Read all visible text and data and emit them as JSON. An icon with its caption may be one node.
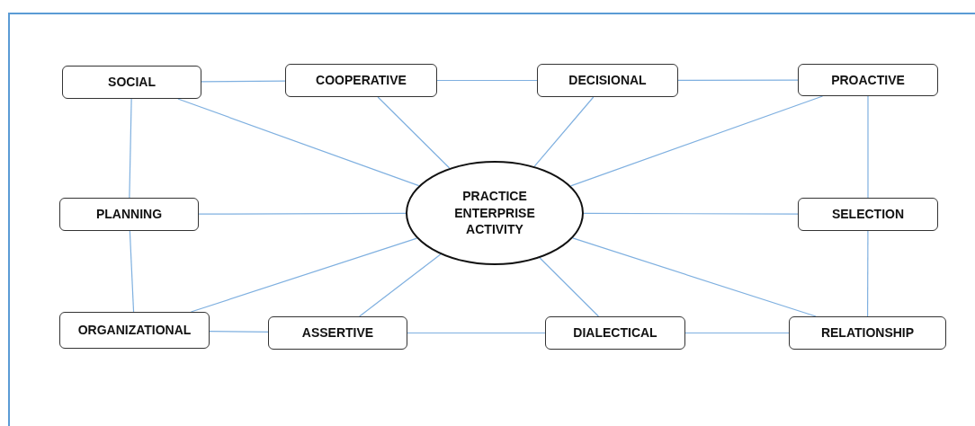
{
  "diagram": {
    "nodes": [
      {
        "text": [
          "SOCIAL"
        ]
      },
      {
        "text": [
          "COOPERATIVE"
        ]
      },
      {
        "text": [
          "DECISIONAL"
        ]
      },
      {
        "text": [
          "PROACTIVE"
        ]
      },
      {
        "text": [
          "PLANNING"
        ]
      },
      {
        "text": [
          "PRACTICE ENTERPRISE ACTIVITY"
        ]
      },
      {
        "text": [
          "SELECTION"
        ]
      },
      {
        "text": [
          "ORGANIZATIONAL"
        ]
      },
      {
        "text": [
          "ASSERTIVE"
        ]
      },
      {
        "text": [
          "DIALECTICAL"
        ]
      },
      {
        "text": [
          "RELATIONSHIP"
        ]
      }
    ],
    "edges": [
      {
        "from": 5,
        "to": 0,
        "arrow": "none"
      },
      {
        "from": 5,
        "to": 1,
        "arrow": "none"
      },
      {
        "from": 5,
        "to": 2,
        "arrow": "none"
      },
      {
        "from": 5,
        "to": 3,
        "arrow": "none"
      },
      {
        "from": 5,
        "to": 4,
        "arrow": "none"
      },
      {
        "from": 5,
        "to": 6,
        "arrow": "none"
      },
      {
        "from": 5,
        "to": 7,
        "arrow": "none"
      },
      {
        "from": 5,
        "to": 8,
        "arrow": "none"
      },
      {
        "from": 5,
        "to": 9,
        "arrow": "none"
      },
      {
        "from": 5,
        "to": 10,
        "arrow": "none"
      },
      {
        "from": 0,
        "to": 1,
        "arrow": "none"
      },
      {
        "from": 1,
        "to": 2,
        "arrow": "none"
      },
      {
        "from": 2,
        "to": 3,
        "arrow": "none"
      },
      {
        "from": 3,
        "to": 6,
        "arrow": "none"
      },
      {
        "from": 6,
        "to": 10,
        "arrow": "none"
      },
      {
        "from": 10,
        "to": 9,
        "arrow": "none"
      },
      {
        "from": 9,
        "to": 8,
        "arrow": "none"
      },
      {
        "from": 8,
        "to": 7,
        "arrow": "none"
      },
      {
        "from": 7,
        "to": 4,
        "arrow": "none"
      },
      {
        "from": 4,
        "to": 0,
        "arrow": "none"
      }
    ]
  }
}
